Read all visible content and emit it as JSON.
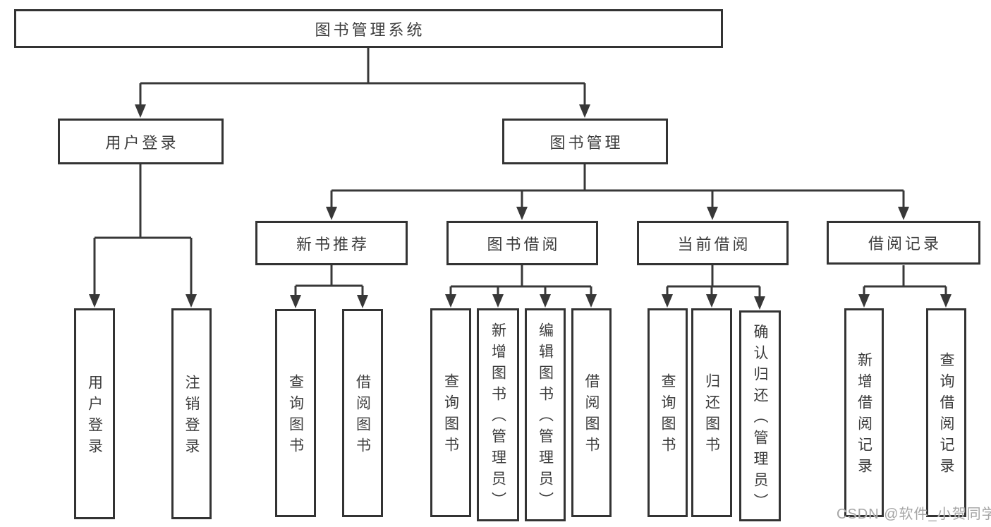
{
  "tree": {
    "label": "图书管理系统",
    "children": [
      {
        "label": "用户登录",
        "children": [
          {
            "label": "用户登录"
          },
          {
            "label": "注销登录"
          }
        ]
      },
      {
        "label": "图书管理",
        "children": [
          {
            "label": "新书推荐",
            "children": [
              {
                "label": "查询图书"
              },
              {
                "label": "借阅图书"
              }
            ]
          },
          {
            "label": "图书借阅",
            "children": [
              {
                "label": "查询图书"
              },
              {
                "label": "新增图书（管理员）"
              },
              {
                "label": "编辑图书（管理员）"
              },
              {
                "label": "借阅图书"
              }
            ]
          },
          {
            "label": "当前借阅",
            "children": [
              {
                "label": "查询图书"
              },
              {
                "label": "归还图书"
              },
              {
                "label": "确认归还（管理员）"
              }
            ]
          },
          {
            "label": "借阅记录",
            "children": [
              {
                "label": "新增借阅记录"
              },
              {
                "label": "查询借阅记录"
              }
            ]
          }
        ]
      }
    ]
  },
  "watermark": {
    "text": "CSDN @软件_小贺同学"
  },
  "colors": {
    "background": "#ffffff",
    "box_border": "#333333",
    "connector": "#383838",
    "text": "#3d3d3d",
    "watermark_text": "#a5a5a5"
  }
}
